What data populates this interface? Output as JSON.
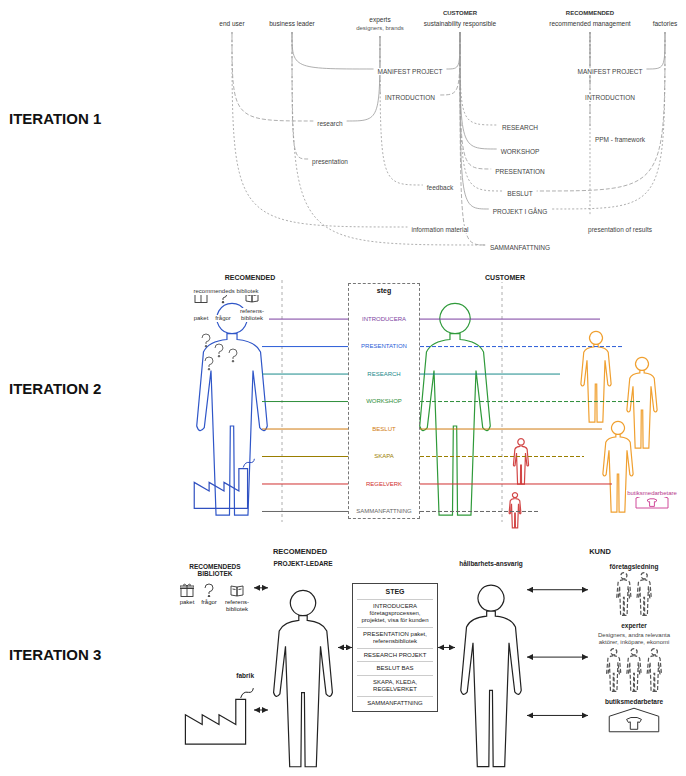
{
  "diagram": {
    "nodes": [
      {
        "text": [
          "steg",
          "INTRODUCERA",
          "PRESENTATION",
          "RESEARCH",
          "WORKSHOP",
          "BESLUT",
          "SKAPA",
          "REGELVERK",
          "SAMMANFATTNING"
        ]
      },
      {
        "text": [
          "RECOMENDEDS BIBLIOTEK"
        ]
      },
      {
        "text": [
          "paket"
        ],
        "in": 1
      },
      {
        "text": [
          "frågor"
        ],
        "in": 1
      },
      {
        "text": [
          "referens-bibliotek"
        ],
        "in": 1
      },
      {
        "text": [
          "fabrik"
        ]
      },
      {
        "text": [
          "PROJEKT-LEDARE"
        ]
      },
      {
        "text": [
          "STEG",
          "INTRODUCERA företagsprocessen, projektet, visa för kunden",
          "PRESENTATION paket, referensbibliotek",
          "RESEARCH PROJEKT",
          "BESLUT BAS",
          "SKAPA, KLEDA, REGELVERKET",
          "SAMMANFATTNING"
        ]
      },
      {
        "text": [
          "hållbarhets-ansvarig"
        ]
      },
      {
        "text": [
          "företagsledning"
        ]
      },
      {
        "text": [
          "experter",
          "Designers, andra relevanta aktörer, inköpare, ekonomi"
        ]
      },
      {
        "text": [
          "butiksmedarbetare"
        ]
      }
    ],
    "edges": [
      {
        "from": 1,
        "to": 6,
        "arrow": "both"
      },
      {
        "from": 5,
        "to": 6,
        "arrow": "both"
      },
      {
        "from": 6,
        "to": 7,
        "arrow": "both"
      },
      {
        "from": 7,
        "to": 8,
        "arrow": "both"
      },
      {
        "from": 8,
        "to": 9,
        "arrow": "both"
      },
      {
        "from": 8,
        "to": 10,
        "arrow": "both"
      },
      {
        "from": 8,
        "to": 11,
        "arrow": "both"
      }
    ],
    "labels": [
      "ITERATION 1",
      "ITERATION 2",
      "ITERATION 3",
      "CUSTOMER",
      "RECOMMENDED",
      "end user",
      "business leader",
      "experts",
      "designers, brands",
      "sustainability responsible",
      "recommended management",
      "factories",
      "MANIFEST PROJECT",
      "INTRODUCTION",
      "MANIFEST PROJECT",
      "INTRODUCTION",
      "research",
      "presentation",
      "RESEARCH",
      "PPM - framework",
      "WORKSHOP",
      "PRESENTATION",
      "BESLUT",
      "feedback",
      "PROJEKT I GÅNG",
      "information material",
      "presentation of results",
      "SAMMANFATTNING",
      "RECOMENDED",
      "CUSTOMER",
      "recommendeds bibliotek",
      "paket",
      "frågor",
      "referens-bibliotek",
      "butiksmedarbetare",
      "RECOMENDED",
      "KUND"
    ]
  }
}
